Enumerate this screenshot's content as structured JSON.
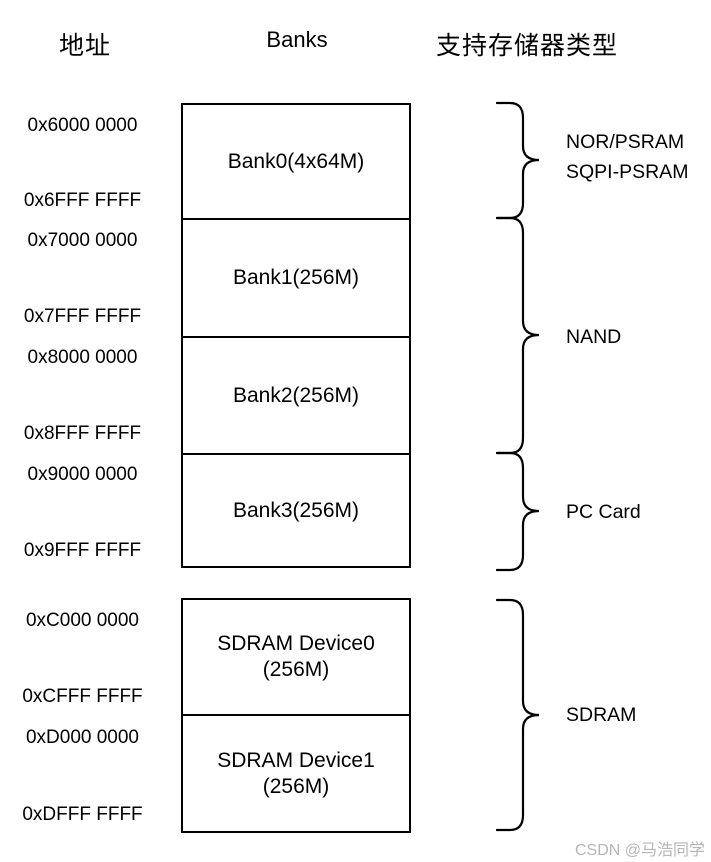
{
  "headers": {
    "address_col": "地址",
    "banks_col": "Banks",
    "memory_type_col": "支持存储器类型"
  },
  "addresses": [
    {
      "text": "0x6000 0000"
    },
    {
      "text": "0x6FFF FFFF"
    },
    {
      "text": "0x7000 0000"
    },
    {
      "text": "0x7FFF FFFF"
    },
    {
      "text": "0x8000 0000"
    },
    {
      "text": "0x8FFF FFFF"
    },
    {
      "text": "0x9000 0000"
    },
    {
      "text": "0x9FFF FFFF"
    },
    {
      "text": "0xC000 0000"
    },
    {
      "text": "0xCFFF FFFF"
    },
    {
      "text": "0xD000 0000"
    },
    {
      "text": "0xDFFF FFFF"
    }
  ],
  "banks": [
    {
      "label": "Bank0(4x64M)",
      "start": "0x6000 0000",
      "end": "0x6FFF FFFF"
    },
    {
      "label": "Bank1(256M)",
      "start": "0x7000 0000",
      "end": "0x7FFF FFFF"
    },
    {
      "label": "Bank2(256M)",
      "start": "0x8000 0000",
      "end": "0x8FFF FFFF"
    },
    {
      "label": "Bank3(256M)",
      "start": "0x9000 0000",
      "end": "0x9FFF FFFF"
    }
  ],
  "sdram_banks": [
    {
      "line1": "SDRAM Device0",
      "line2": "(256M)",
      "start": "0xC000 0000",
      "end": "0xCFFF FFFF"
    },
    {
      "line1": "SDRAM Device1",
      "line2": "(256M)",
      "start": "0xD000 0000",
      "end": "0xDFFF FFFF"
    }
  ],
  "memory_types": [
    {
      "line1": "NOR/PSRAM",
      "line2": "SQPI-PSRAM"
    },
    {
      "line1": "NAND"
    },
    {
      "line1": "PC Card"
    },
    {
      "line1": "SDRAM"
    }
  ],
  "watermark": {
    "text": "CSDN @马浩同学",
    "color": "#b5b5b5"
  },
  "colors": {
    "line": "#000000",
    "background": "#ffffff"
  }
}
